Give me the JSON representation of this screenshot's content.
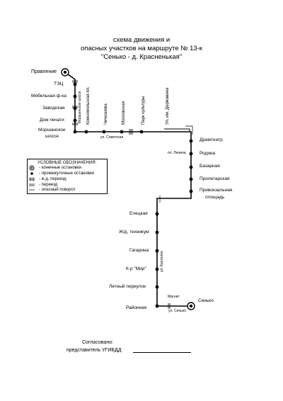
{
  "title": {
    "line1": "схема  движения и",
    "line2": "опасных участков на маршруте № 13-к",
    "line3": "\"Сенько - д. Красненькая\""
  },
  "stops_left": {
    "pravlenie": "Правление",
    "tets": "ТЭЦ",
    "mebel": "Мебельная ф-ка",
    "zavodskaya": "Заводская",
    "dom_pechati": "Дом печати",
    "morshanskoe_1": "Моршанское",
    "morshanskoe_2": "шоссе"
  },
  "streets": {
    "komsomolskaya": "Комсомольская пл.",
    "chichanova": "Чичканова",
    "moskovskaya": "Московская",
    "park_kultury": "Парк культуры",
    "derzhavina": "Ул. им. Державина",
    "morshanskoe_road": "Моршанское шоссе",
    "sovetskaya": "ул. Советская",
    "lenina": "пл. Ленина",
    "kastelno": "ул. Кастелло",
    "sennaya": "ул. Сенько"
  },
  "stops_right": {
    "dramteatr": "Драмтеатр",
    "rodina": "Родина",
    "bazarnaya": "Базарная",
    "proletarskaya": "Пролетарская",
    "privokzalnaya_1": "Привокзальная",
    "privokzalnaya_2": "площадь"
  },
  "stops_lower": {
    "eletskaya": "Елецкая",
    "zhd_tekhnikum": "Ж/д. техникум",
    "gagarina": "Гагарина",
    "kr_mir": "К-р \"Мир\"",
    "letniy": "Летный переулок",
    "raionnaya": "Районная",
    "magnit": "Магнит",
    "senko": "Сенько"
  },
  "legend": {
    "title": "УСЛОВНЫЕ ОБОЗНАЧЕНИЯ:",
    "terminal": "- конечные остановки",
    "intermediate": "- промежуточные остановки",
    "railway": "- ж.д. переезд",
    "crossing": "- переезд",
    "danger": "- опасный поворот"
  },
  "footer": {
    "agreed": "Согласовано:",
    "rep": "представитель УГИБДД"
  }
}
